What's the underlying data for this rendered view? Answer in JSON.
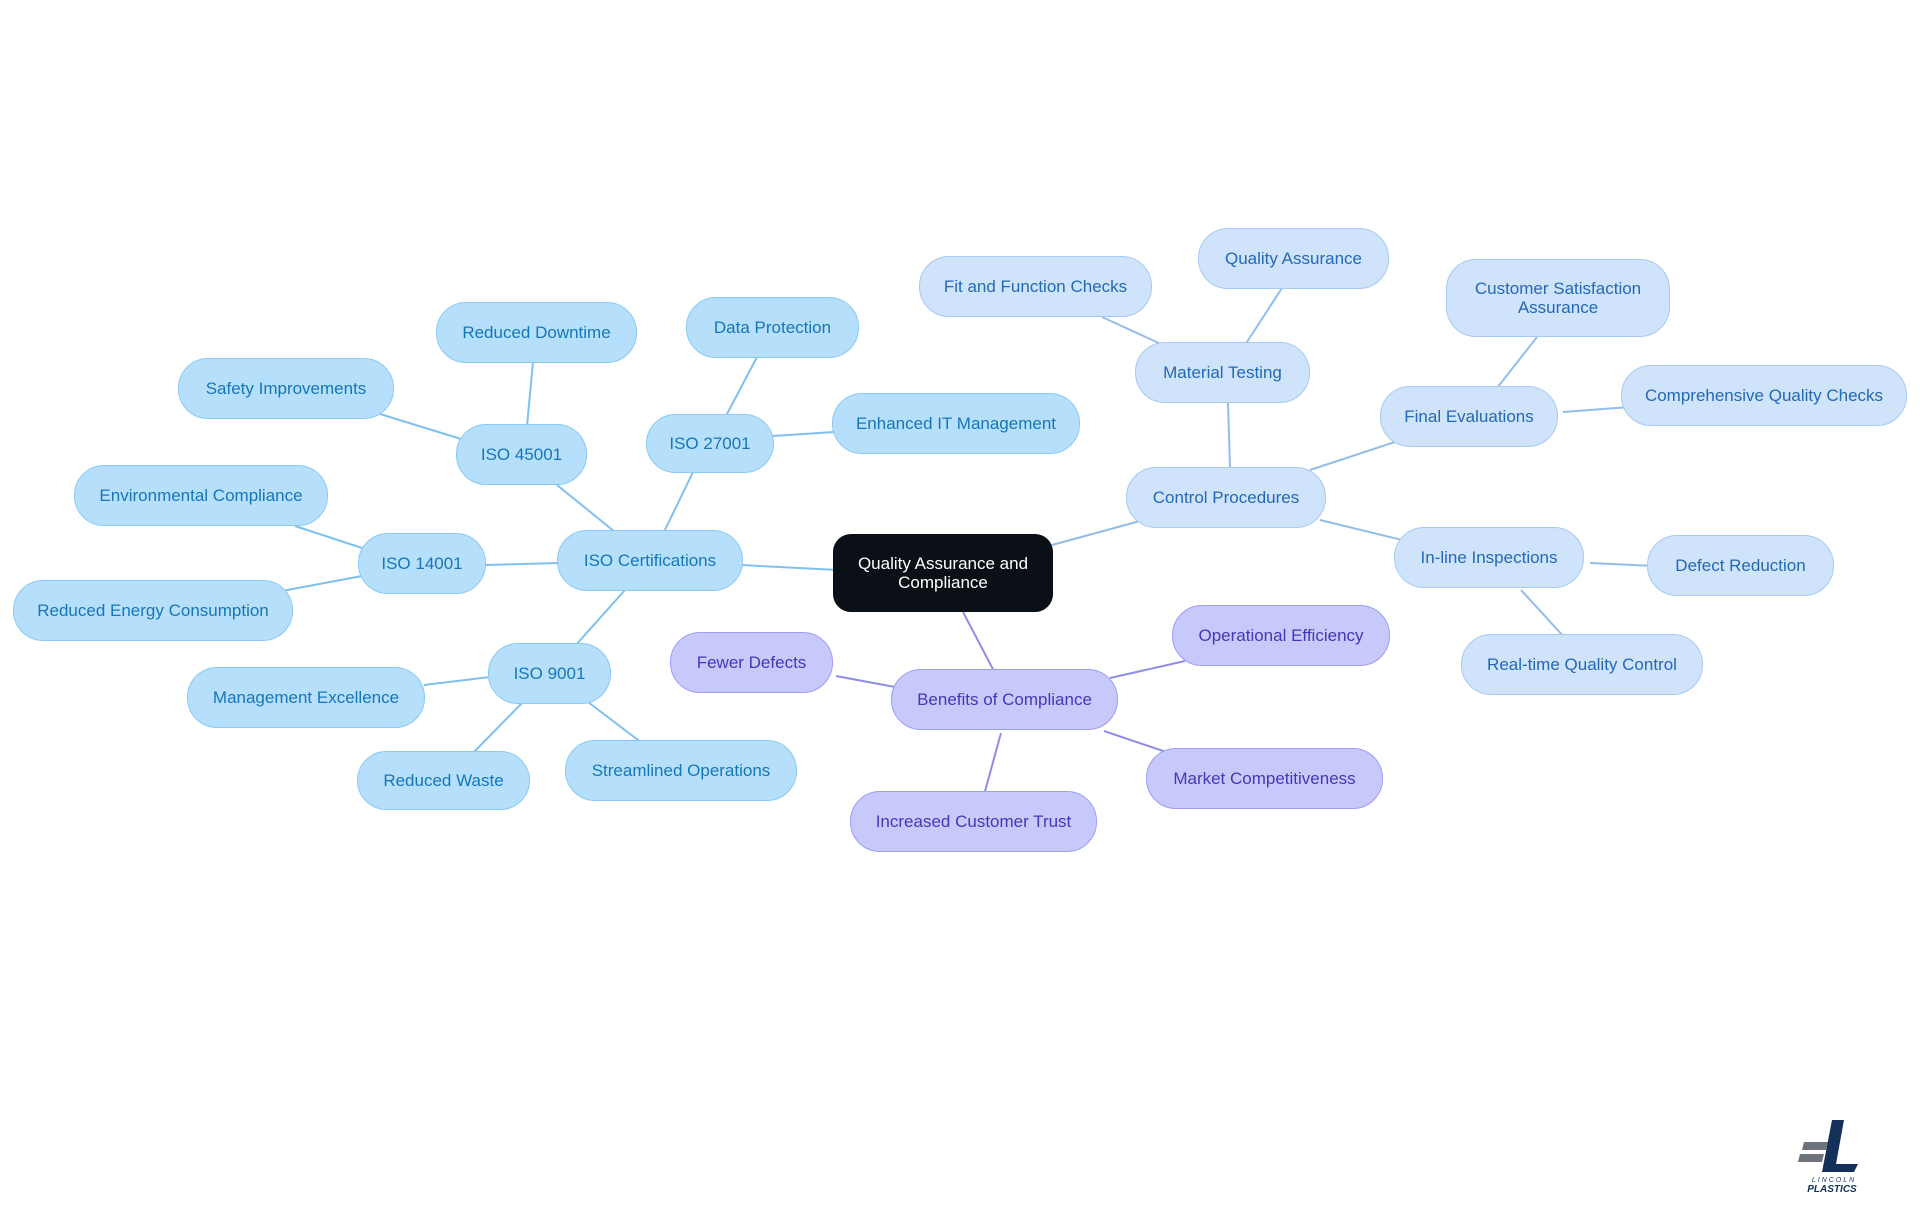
{
  "colors": {
    "root_fill": "#0b0f16",
    "iso_fill": "#b6dffb",
    "iso_text": "#1577b8",
    "iso_line": "#7fc0ec",
    "control_fill": "#cfe3fb",
    "control_text": "#2469b3",
    "control_line": "#93bde9",
    "benefits_fill": "#c8c9fb",
    "benefits_text": "#4736b6",
    "benefits_line": "#8f8ee6"
  },
  "root": {
    "label": "Quality Assurance and Compliance"
  },
  "iso": {
    "label": "ISO Certifications",
    "iso27001": {
      "label": "ISO 27001",
      "children": [
        "Data Protection",
        "Enhanced IT Management"
      ]
    },
    "iso45001": {
      "label": "ISO 45001",
      "children": [
        "Reduced Downtime",
        "Safety Improvements"
      ]
    },
    "iso14001": {
      "label": "ISO 14001",
      "children": [
        "Environmental Compliance",
        "Reduced Energy Consumption"
      ]
    },
    "iso9001": {
      "label": "ISO 9001",
      "children": [
        "Management Excellence",
        "Reduced Waste",
        "Streamlined Operations"
      ]
    }
  },
  "control": {
    "label": "Control Procedures",
    "material": {
      "label": "Material Testing",
      "children": [
        "Fit and Function Checks",
        "Quality Assurance"
      ]
    },
    "final": {
      "label": "Final Evaluations",
      "children": [
        "Customer Satisfaction Assurance",
        "Comprehensive Quality Checks"
      ]
    },
    "inline": {
      "label": "In-line Inspections",
      "children": [
        "Defect Reduction",
        "Real-time Quality Control"
      ]
    }
  },
  "benefits": {
    "label": "Benefits of Compliance",
    "children": [
      "Fewer Defects",
      "Operational Efficiency",
      "Market Competitiveness",
      "Increased Customer Trust"
    ]
  },
  "logo": {
    "icon": "lincoln-plastics-logo",
    "text_top": "LINCOLN",
    "text_bottom": "PLASTICS",
    "color": "#14315a"
  }
}
